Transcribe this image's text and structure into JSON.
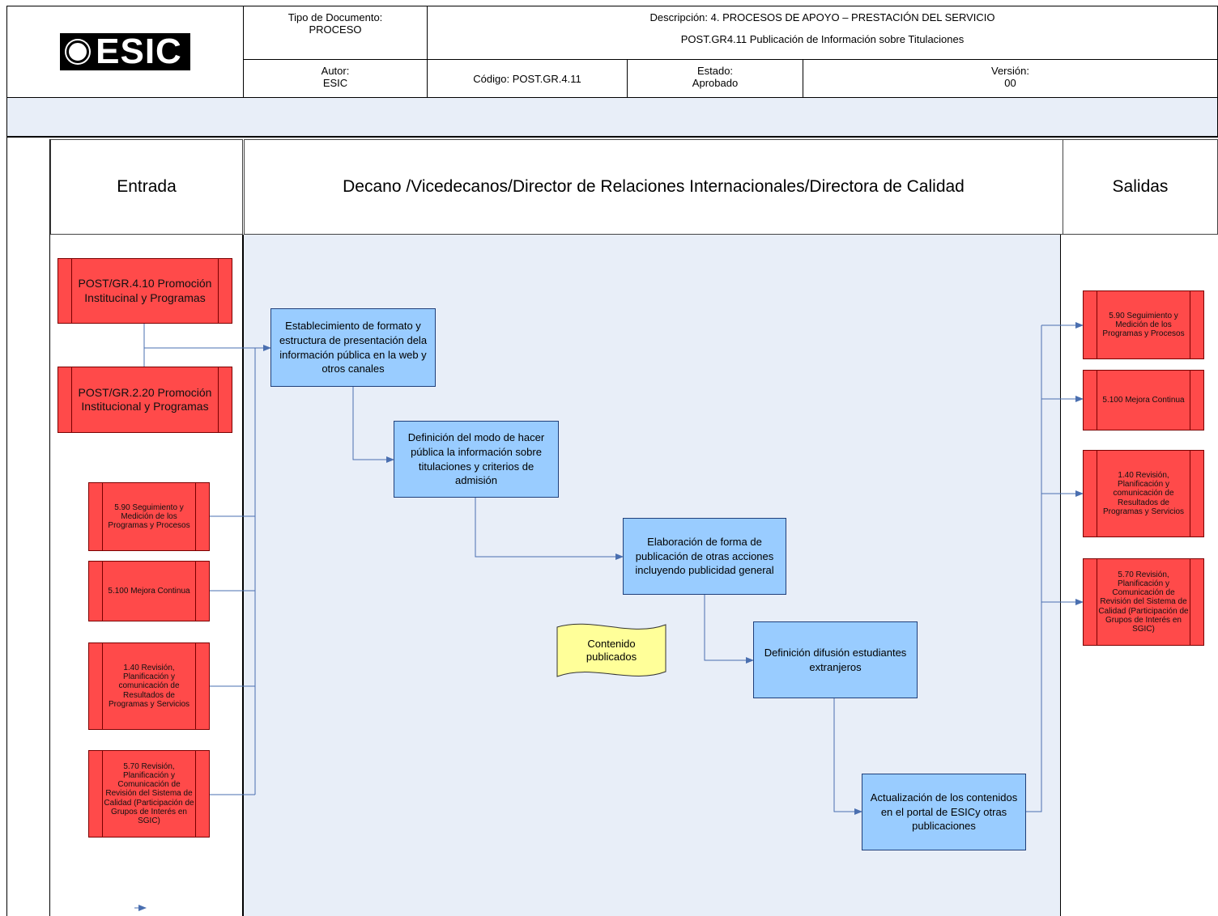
{
  "header": {
    "logo_text": "ESIC",
    "tipo_label": "Tipo de Documento:",
    "tipo_value": "PROCESO",
    "descripcion": "Descripción: 4. PROCESOS DE APOYO – PRESTACIÓN DEL SERVICIO",
    "subtitulo": "POST.GR4.11 Publicación de Información sobre Titulaciones",
    "autor_label": "Autor:",
    "autor_value": "ESIC",
    "codigo": "Código: POST.GR.4.11",
    "estado_label": "Estado:",
    "estado_value": "Aprobado",
    "version_label": "Versión:",
    "version_value": "00"
  },
  "lanes": {
    "entrada": "Entrada",
    "centro": "Decano /Vicedecanos/Director de Relaciones Internacionales/Directora de Calidad",
    "salidas": "Salidas"
  },
  "inputs": [
    "POST/GR.4.10 Promoción Institucinal y Programas",
    "POST/GR.2.20 Promoción Institucional y Programas",
    "5.90 Seguimiento y Medición de los Programas y Procesos",
    "5.100 Mejora Continua",
    "1.40 Revisión, Planificación y comunicación de Resultados de Programas y Servicios",
    "5.70 Revisión, Planificación y Comunicación de Revisión del Sistema de Calidad (Participación de Grupos de Interés en SGIC)"
  ],
  "steps": [
    "Establecimiento de formato y estructura de presentación dela información pública en la web y otros canales",
    "Definición del modo de hacer pública la información sobre titulaciones y criterios de admisión",
    "Elaboración de forma de publicación de otras acciones incluyendo publicidad general",
    "Definición difusión estudiantes extranjeros",
    "Actualización de los contenidos en el portal de ESICy otras publicaciones"
  ],
  "document": "Contenido publicados",
  "outputs": [
    "5.90 Seguimiento y Medición de los Programas y Procesos",
    "5.100 Mejora Continua",
    "1.40 Revisión, Planificación y comunicación de Resultados de Programas y Servicios",
    "5.70 Revisión, Planificación y Comunicación de Revisión del Sistema de Calidad (Participación de Grupos de Interés en SGIC)"
  ],
  "colors": {
    "input_output_box": "#ff4a4a",
    "process_box": "#99ccff",
    "document_shape": "#ffff99",
    "connector": "#4a6fb0",
    "central_lane": "#e8eef8"
  }
}
